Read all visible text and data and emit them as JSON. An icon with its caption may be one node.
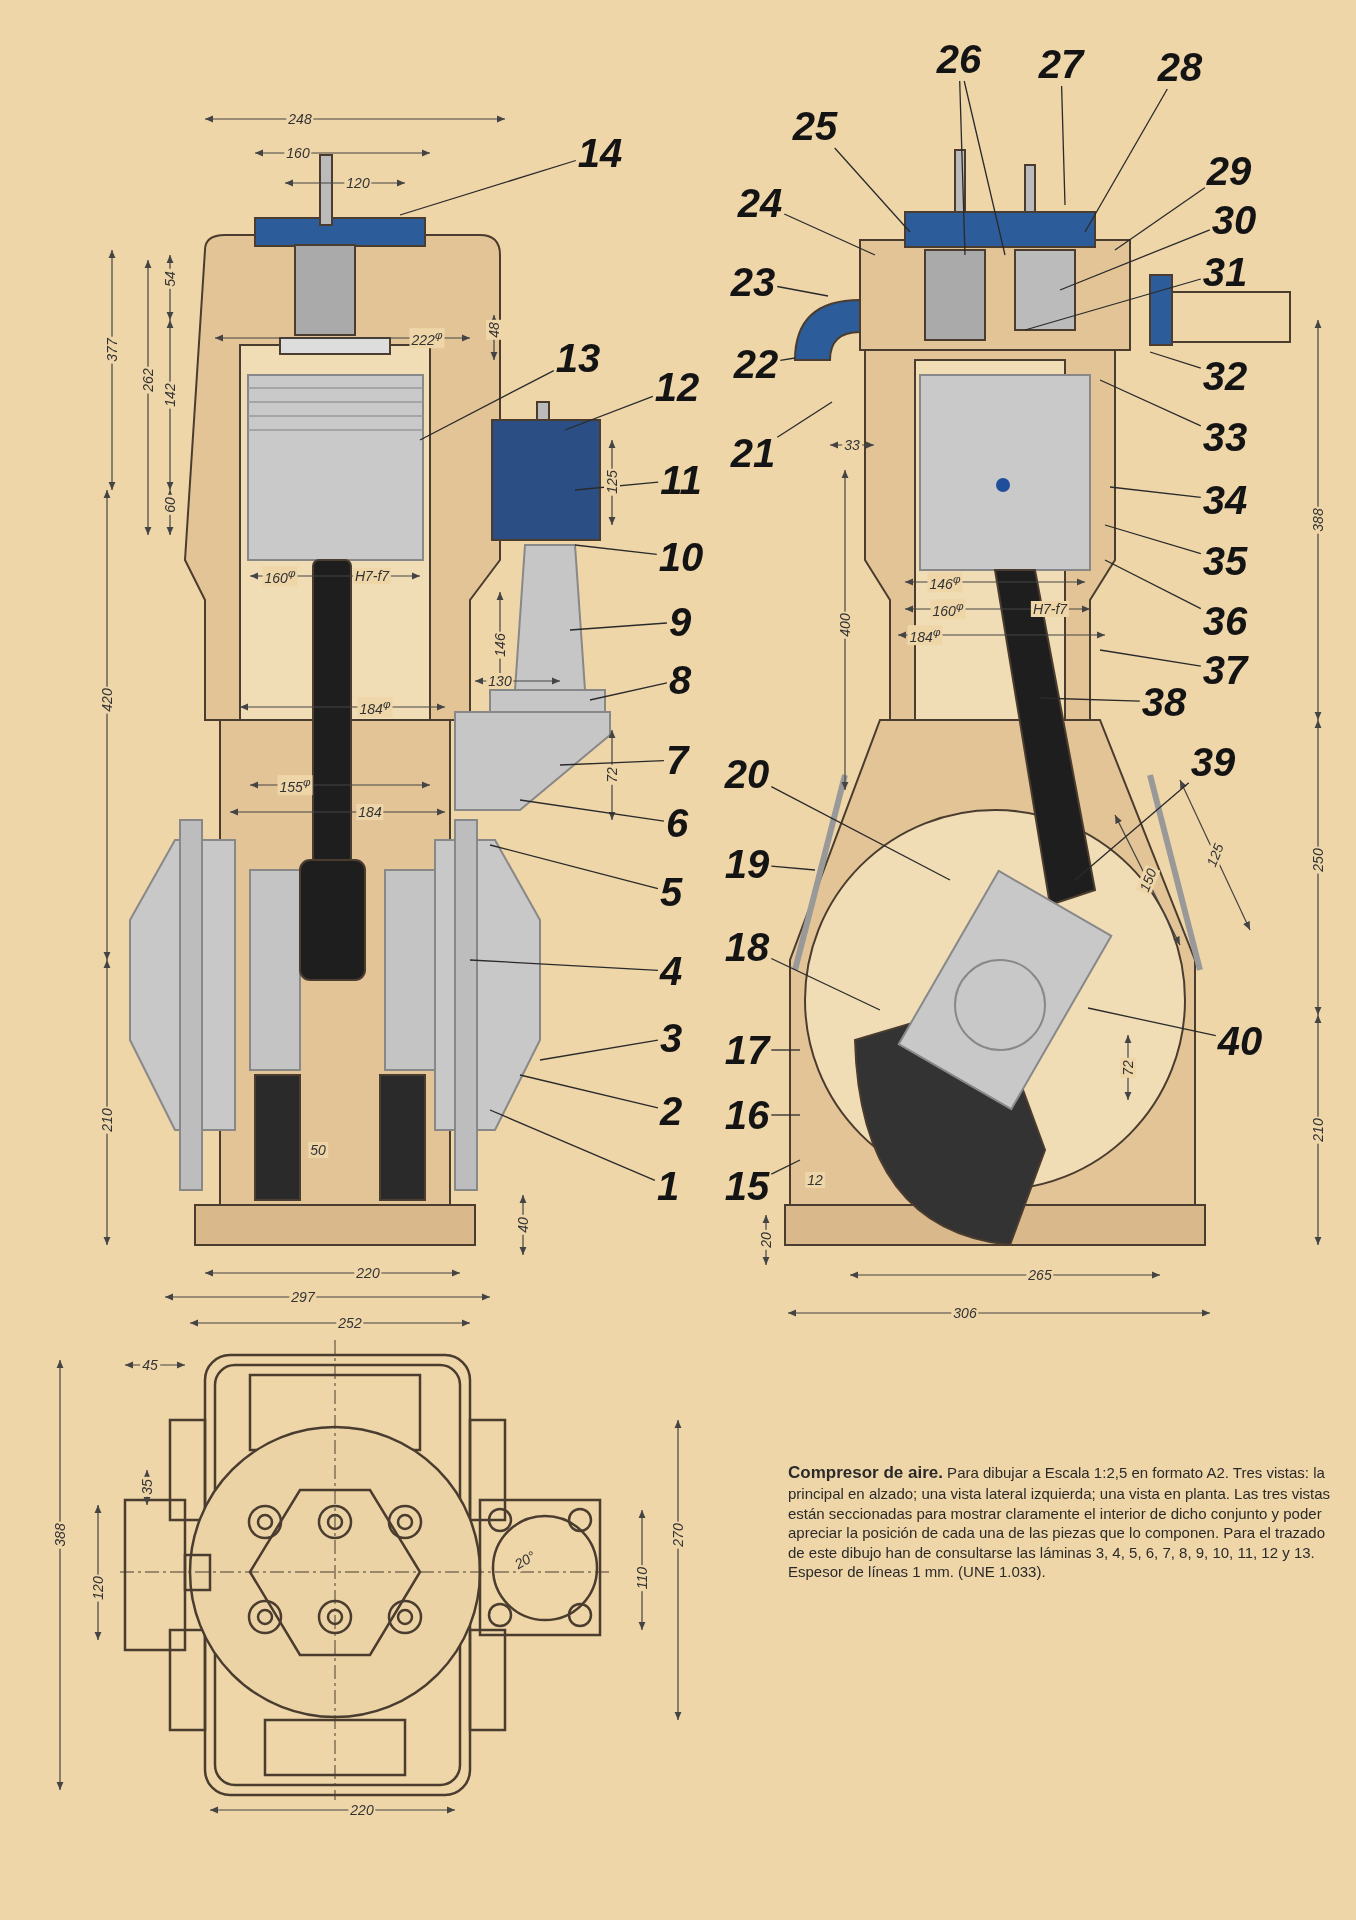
{
  "diagram": {
    "caption": "**Compresor de aire.** Para dibujar a Escala 1:2,5 en formato A2. Tres vistas: la principal en alzado; una vista lateral izquierda; una vista en planta. Las tres vistas están seccionadas para mostrar claramente el interior de dicho conjunto y poder apreciar la posición de cada una de las piezas que lo componen. Para el trazado de este dibujo han de consultarse las láminas 3, 4, 5, 6, 7, 8, 9, 10, 11, 12 y 13. Espesor de líneas 1 mm. (UNE 1.033).",
    "nodes": [
      {
        "text": [
          "1"
        ]
      },
      {
        "text": [
          "2"
        ]
      },
      {
        "text": [
          "3"
        ]
      },
      {
        "text": [
          "4"
        ]
      },
      {
        "text": [
          "5"
        ]
      },
      {
        "text": [
          "6"
        ]
      },
      {
        "text": [
          "7"
        ]
      },
      {
        "text": [
          "8"
        ]
      },
      {
        "text": [
          "9"
        ]
      },
      {
        "text": [
          "10"
        ]
      },
      {
        "text": [
          "11"
        ]
      },
      {
        "text": [
          "12"
        ]
      },
      {
        "text": [
          "13"
        ]
      },
      {
        "text": [
          "14"
        ]
      },
      {
        "text": [
          "15"
        ]
      },
      {
        "text": [
          "16"
        ]
      },
      {
        "text": [
          "17"
        ]
      },
      {
        "text": [
          "18"
        ]
      },
      {
        "text": [
          "19"
        ]
      },
      {
        "text": [
          "20"
        ]
      },
      {
        "text": [
          "21"
        ]
      },
      {
        "text": [
          "22"
        ]
      },
      {
        "text": [
          "23"
        ]
      },
      {
        "text": [
          "24"
        ]
      },
      {
        "text": [
          "25"
        ]
      },
      {
        "text": [
          "26"
        ]
      },
      {
        "text": [
          "27"
        ]
      },
      {
        "text": [
          "28"
        ]
      },
      {
        "text": [
          "29"
        ]
      },
      {
        "text": [
          "30"
        ]
      },
      {
        "text": [
          "31"
        ]
      },
      {
        "text": [
          "32"
        ]
      },
      {
        "text": [
          "33"
        ]
      },
      {
        "text": [
          "34"
        ]
      },
      {
        "text": [
          "35"
        ]
      },
      {
        "text": [
          "36"
        ]
      },
      {
        "text": [
          "37"
        ]
      },
      {
        "text": [
          "38"
        ]
      },
      {
        "text": [
          "39"
        ]
      },
      {
        "text": [
          "40"
        ]
      }
    ],
    "edges": [
      {
        "from": 0,
        "to": null,
        "arrow": "none"
      },
      {
        "from": 1,
        "to": null,
        "arrow": "none"
      },
      {
        "from": 2,
        "to": null,
        "arrow": "none"
      },
      {
        "from": 3,
        "to": null,
        "arrow": "none"
      },
      {
        "from": 4,
        "to": null,
        "arrow": "none"
      },
      {
        "from": 5,
        "to": null,
        "arrow": "none"
      },
      {
        "from": 6,
        "to": null,
        "arrow": "none"
      },
      {
        "from": 7,
        "to": null,
        "arrow": "none"
      },
      {
        "from": 8,
        "to": null,
        "arrow": "none"
      },
      {
        "from": 9,
        "to": null,
        "arrow": "none"
      },
      {
        "from": 10,
        "to": null,
        "arrow": "none"
      },
      {
        "from": 11,
        "to": null,
        "arrow": "none"
      },
      {
        "from": 12,
        "to": null,
        "arrow": "none"
      },
      {
        "from": 13,
        "to": null,
        "arrow": "none"
      },
      {
        "from": 14,
        "to": null,
        "arrow": "none"
      },
      {
        "from": 15,
        "to": null,
        "arrow": "none"
      },
      {
        "from": 16,
        "to": null,
        "arrow": "none"
      },
      {
        "from": 17,
        "to": null,
        "arrow": "none"
      },
      {
        "from": 18,
        "to": null,
        "arrow": "none"
      },
      {
        "from": 19,
        "to": null,
        "arrow": "none"
      },
      {
        "from": 20,
        "to": null,
        "arrow": "none"
      },
      {
        "from": 21,
        "to": null,
        "arrow": "none"
      },
      {
        "from": 22,
        "to": null,
        "arrow": "none"
      },
      {
        "from": 23,
        "to": null,
        "arrow": "none"
      },
      {
        "from": 24,
        "to": null,
        "arrow": "none"
      },
      {
        "from": 25,
        "to": null,
        "arrow": "none"
      },
      {
        "from": 25,
        "to": null,
        "arrow": "none"
      },
      {
        "from": 26,
        "to": null,
        "arrow": "none"
      },
      {
        "from": 27,
        "to": null,
        "arrow": "none"
      },
      {
        "from": 28,
        "to": null,
        "arrow": "none"
      },
      {
        "from": 29,
        "to": null,
        "arrow": "none"
      },
      {
        "from": 30,
        "to": null,
        "arrow": "none"
      },
      {
        "from": 31,
        "to": null,
        "arrow": "none"
      },
      {
        "from": 32,
        "to": null,
        "arrow": "none"
      },
      {
        "from": 33,
        "to": null,
        "arrow": "none"
      },
      {
        "from": 34,
        "to": null,
        "arrow": "none"
      },
      {
        "from": 35,
        "to": null,
        "arrow": "none"
      },
      {
        "from": 36,
        "to": null,
        "arrow": "none"
      },
      {
        "from": 37,
        "to": null,
        "arrow": "none"
      },
      {
        "from": 38,
        "to": null,
        "arrow": "none"
      },
      {
        "from": 39,
        "to": null,
        "arrow": "none"
      }
    ],
    "labels": [
      "248",
      "160",
      "120",
      "54",
      "377",
      "262",
      "142",
      "60",
      "222$^{φ}$",
      "48",
      "160$^{φ}$",
      "H7-f7",
      "184$^{φ}$",
      "130",
      "125",
      "146",
      "72",
      "155$^{φ}$",
      "184",
      "420",
      "210",
      "50",
      "40",
      "220",
      "297",
      "33",
      "146$^{φ}$",
      "160$^{φ}$",
      "H7-f7",
      "184$^{φ}$",
      "400",
      "388",
      "250",
      "210",
      "150",
      "125",
      "72",
      "12",
      "20",
      "265",
      "306",
      "252",
      "388",
      "45",
      "35",
      "120",
      "20°",
      "270",
      "110",
      "220"
    ]
  }
}
